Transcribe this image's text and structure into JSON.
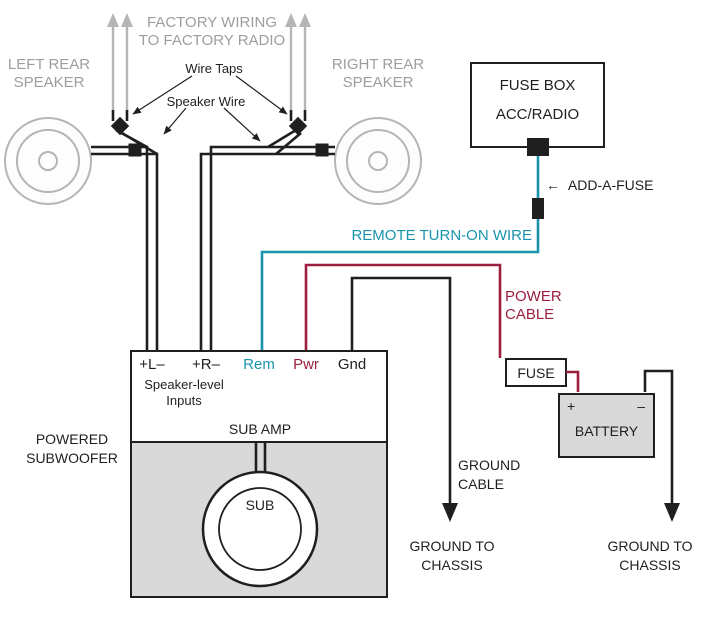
{
  "colors": {
    "gray_text": "#9e9e9e",
    "gray_line": "#b5b5b5",
    "wire_black": "#1f1f1f",
    "remote_teal": "#1a93ad",
    "power_red": "#9b1f3f",
    "panel_gray": "#d9d9d9"
  },
  "top": {
    "factory_wiring_line1": "FACTORY WIRING",
    "factory_wiring_line2": "TO FACTORY RADIO",
    "left_speaker_line1": "LEFT REAR",
    "left_speaker_line2": "SPEAKER",
    "right_speaker_line1": "RIGHT REAR",
    "right_speaker_line2": "SPEAKER",
    "wire_taps": "Wire Taps",
    "speaker_wire": "Speaker Wire"
  },
  "fuse_box": {
    "title": "FUSE BOX",
    "slot": "ACC/RADIO"
  },
  "add_a_fuse": {
    "arrow": "←",
    "label": "ADD-A-FUSE"
  },
  "remote_wire_label": "REMOTE TURN-ON WIRE",
  "power_cable": {
    "line1": "POWER",
    "line2": "CABLE"
  },
  "fuse": {
    "label": "FUSE"
  },
  "battery": {
    "plus": "+",
    "minus": "–",
    "label": "BATTERY"
  },
  "amp": {
    "terminals": {
      "l": "+L–",
      "r": "+R–",
      "rem": "Rem",
      "pwr": "Pwr",
      "gnd": "Gnd"
    },
    "speaker_level_line1": "Speaker-level",
    "speaker_level_line2": "Inputs",
    "name": "SUB AMP",
    "sub": "SUB",
    "outside_label_line1": "POWERED",
    "outside_label_line2": "SUBWOOFER"
  },
  "grounds": {
    "cable_line1": "GROUND",
    "cable_line2": "CABLE",
    "left_chassis_line1": "GROUND TO",
    "left_chassis_line2": "CHASSIS",
    "right_chassis_line1": "GROUND TO",
    "right_chassis_line2": "CHASSIS"
  }
}
